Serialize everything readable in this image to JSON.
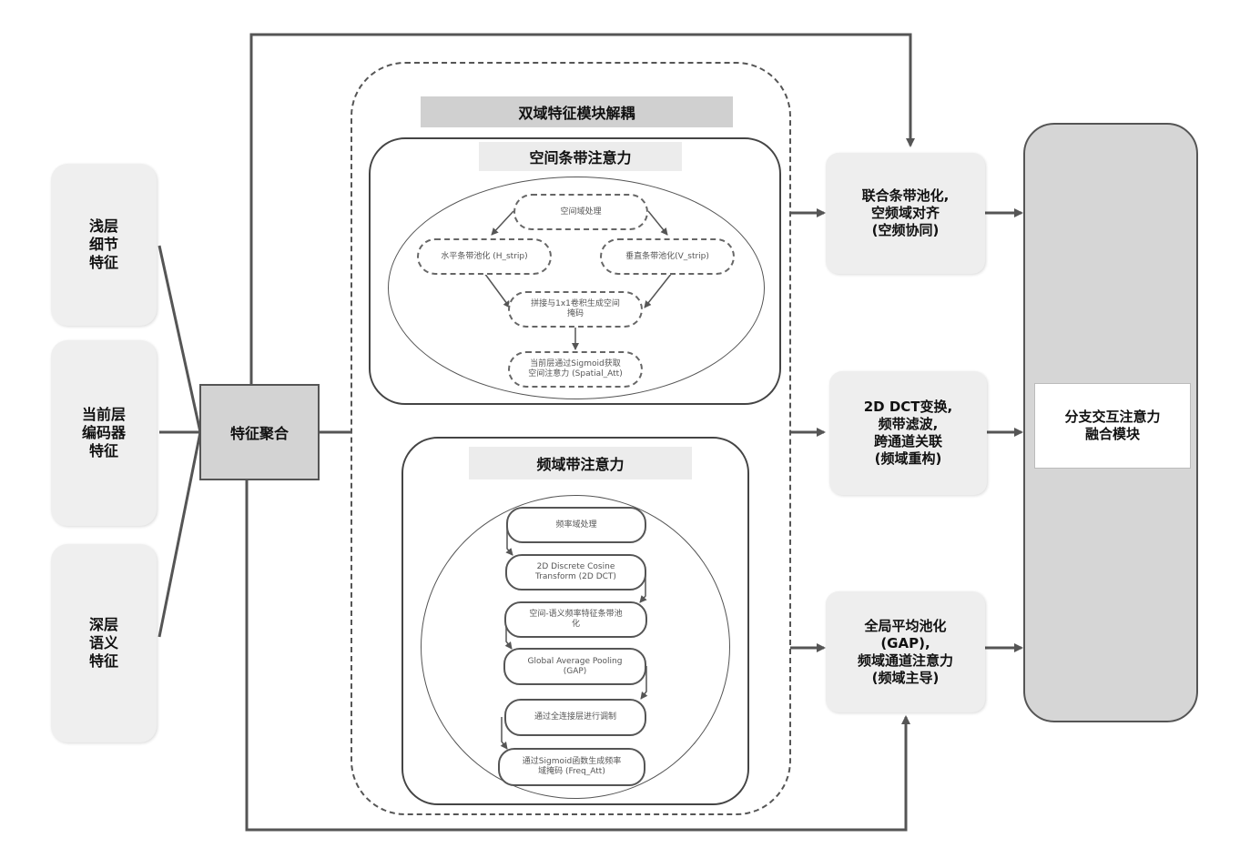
{
  "inputs": {
    "shallow": "浅层\n细节\n特征",
    "current": "当前层\n编码器\n特征",
    "deep": "深层\n语义\n特征"
  },
  "aggregation": "特征聚合",
  "dual_domain": {
    "title": "双域特征模块解耦",
    "spatial": {
      "title": "空间条带注意力",
      "steps": {
        "process": "空间域处理",
        "h_strip": "水平条带池化 (H_strip)",
        "v_strip": "垂直条带池化(V_strip)",
        "concat": "拼接与1x1卷积生成空间\n掩码",
        "sigmoid": "当前层通过Sigmoid获取\n空间注意力 (Spatial_Att)"
      }
    },
    "frequency": {
      "title": "频域带注意力",
      "steps": {
        "process": "频率域处理",
        "dct": "2D Discrete Cosine\nTransform (2D DCT)",
        "strip": "空间-语义频率特征条带池\n化",
        "gap": "Global Average Pooling\n(GAP)",
        "fc": "通过全连接层进行调制",
        "sigmoid": "通过Sigmoid函数生成频率\n域掩码 (Freq_Att)"
      }
    }
  },
  "outputs": {
    "joint": "联合条带池化,\n空频域对齐\n(空频协同)",
    "dct": "2D DCT变换,\n频带滤波,\n跨通道关联\n(频域重构)",
    "gap": "全局平均池化\n(GAP),\n频域通道注意力\n(频域主导)"
  },
  "fusion": "分支交互注意力\n融合模块",
  "colors": {
    "line": "#555555",
    "card": "#eeeeee",
    "aggregation": "#d3d3d3",
    "fusion": "#d6d6d6"
  }
}
